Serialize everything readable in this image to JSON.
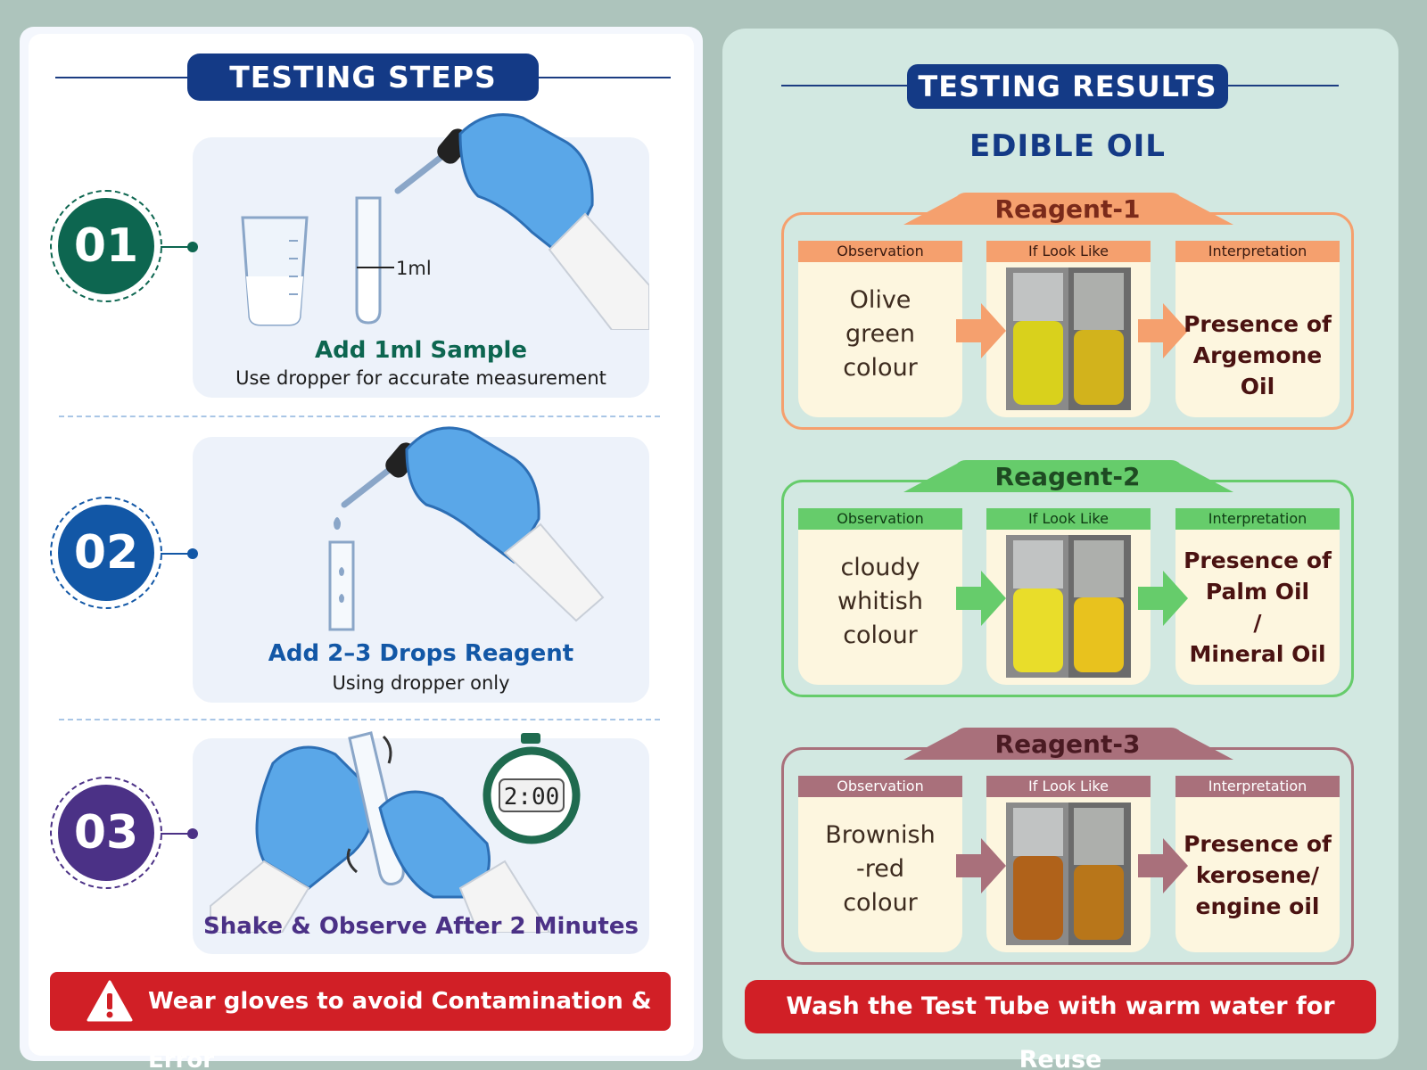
{
  "steps_panel": {
    "title": "TESTING STEPS",
    "steps": [
      {
        "num": "01",
        "title": "Add 1ml Sample",
        "subtitle": "Use dropper for accurate measurement",
        "measure_label": "1ml",
        "color": "#0d6650"
      },
      {
        "num": "02",
        "title": "Add 2–3 Drops Reagent",
        "subtitle": "Using dropper only",
        "color": "#1257a6"
      },
      {
        "num": "03",
        "title": "Shake & Observe After 2 Minutes",
        "timer": "2:00",
        "color": "#4b3186"
      }
    ],
    "warning": "Wear gloves to avoid Contamination & Error"
  },
  "results_panel": {
    "title": "TESTING RESULTS",
    "subtitle": "EDIBLE OIL",
    "col_headers": {
      "observation": "Observation",
      "look": "If Look Like",
      "interpretation": "Interpretation"
    },
    "reagents": [
      {
        "label": "Reagent-1",
        "observation": [
          "Olive",
          "green",
          "colour"
        ],
        "interpretation": [
          "Presence of",
          "Argemone Oil"
        ],
        "color": "#f5a06e"
      },
      {
        "label": "Reagent-2",
        "observation": [
          "cloudy",
          "whitish",
          "colour"
        ],
        "interpretation": [
          "Presence of",
          "Palm Oil",
          "/",
          "Mineral Oil"
        ],
        "color": "#66cc6b"
      },
      {
        "label": "Reagent-3",
        "observation": [
          "Brownish",
          "-red",
          "colour"
        ],
        "interpretation": [
          "Presence of",
          "kerosene/",
          "engine oil"
        ],
        "color": "#a9707b"
      }
    ],
    "wash_note": "Wash the Test Tube with warm water for Reuse"
  },
  "colors": {
    "navy": "#143a86",
    "warning_red": "#d11f26",
    "cell_cream": "#fdf6df"
  },
  "icons": [
    "dropper-icon",
    "gloved-hand-icon",
    "beaker-icon",
    "test-tube-icon",
    "stopwatch-icon",
    "warning-triangle-icon",
    "arrow-right-icon"
  ]
}
